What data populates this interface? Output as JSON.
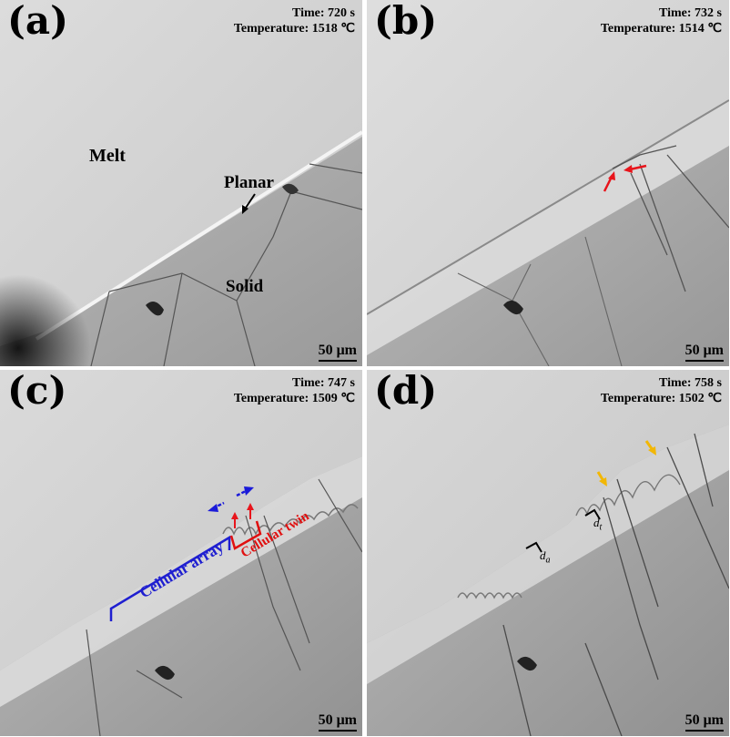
{
  "panels": [
    {
      "label": "(a)",
      "time": "Time: 720 s",
      "temperature": "Temperature: 1518 ℃",
      "scale": "50 μm",
      "annotations": {
        "melt": "Melt",
        "planar": "Planar",
        "solid": "Solid"
      }
    },
    {
      "label": "(b)",
      "time": "Time: 732 s",
      "temperature": "Temperature: 1514 ℃",
      "scale": "50 μm"
    },
    {
      "label": "(c)",
      "time": "Time: 747 s",
      "temperature": "Temperature: 1509 ℃",
      "scale": "50 μm",
      "annotations": {
        "cellular_array": "Cellular array",
        "cellular_twin": "Cellular twin"
      }
    },
    {
      "label": "(d)",
      "time": "Time: 758 s",
      "temperature": "Temperature: 1502 ℃",
      "scale": "50 μm",
      "annotations": {
        "d_a": "d",
        "d_a_sub": "a",
        "d_t": "d",
        "d_t_sub": "t"
      }
    }
  ],
  "colors": {
    "arrow_red": "#e8141b",
    "arrow_blue": "#1a1ad9",
    "arrow_yellow": "#f2b705",
    "bracket_blue": "#1f1fd0",
    "bracket_red": "#e01010"
  }
}
